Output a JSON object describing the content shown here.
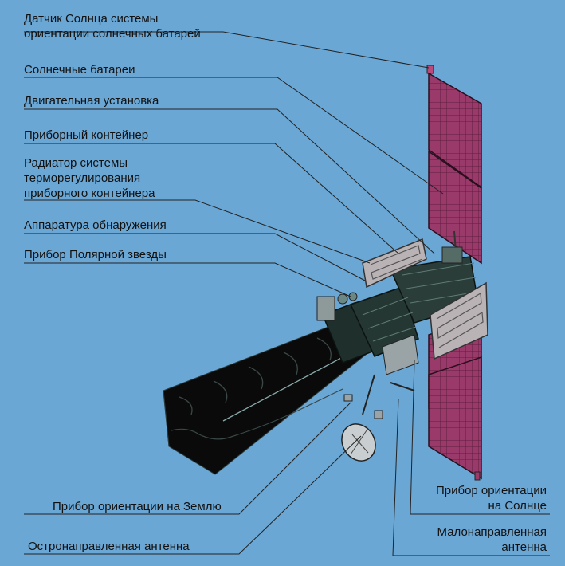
{
  "colors": {
    "background": "#6ba7d4",
    "panel": "#9a3a6a",
    "body": "#1f2f2c",
    "hood": "#0a0a0a"
  },
  "labels": {
    "sun_sensor": "Датчик Солнца системы\nориентации солнечных батарей",
    "solar_panels": "Солнечные батареи",
    "engine": "Двигательная установка",
    "container": "Приборный контейнер",
    "radiator": "Радиатор системы\nтерморегулирования\n приборного контейнера",
    "detection": "Аппаратура обнаружения",
    "polaris": "Прибор Полярной звезды",
    "earth_sensor": "Прибор ориентации на Землю",
    "high_gain": "Остронаправленная антенна",
    "sun_orient": "Прибор ориентации\nна Солнце",
    "low_gain": "Малонаправленная\nантенна"
  }
}
